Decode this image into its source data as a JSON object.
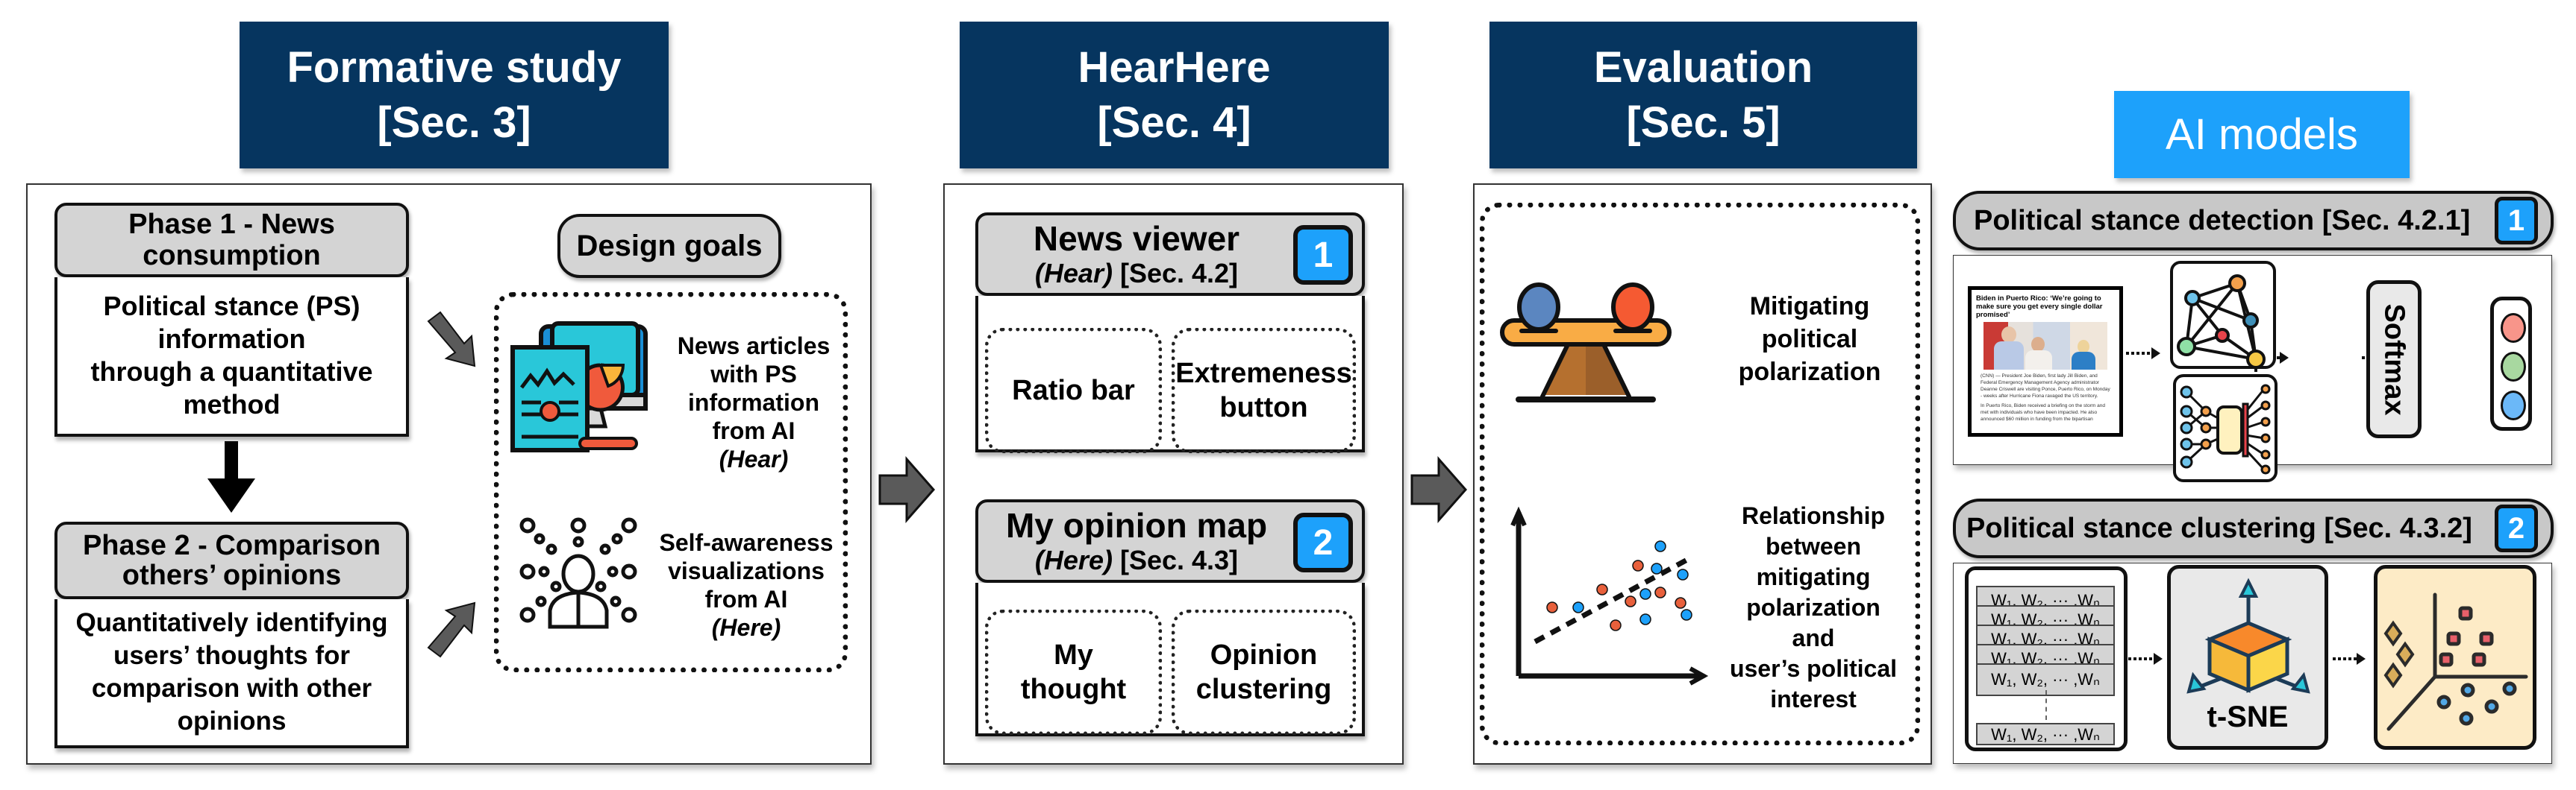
{
  "headers": {
    "formative": {
      "line1": "Formative study",
      "line2": "[Sec. 3]"
    },
    "hearhere": {
      "line1": "HearHere",
      "line2": "[Sec. 4]"
    },
    "evaluation": {
      "line1": "Evaluation",
      "line2": "[Sec. 5]"
    },
    "ai_models": "AI models"
  },
  "formative_study": {
    "phase1": {
      "title_line1": "Phase 1 - News",
      "title_line2": "consumption",
      "body": [
        "Political stance (PS)",
        "information",
        "through a quantitative",
        "method"
      ]
    },
    "phase2": {
      "title_line1": "Phase 2 - Comparison",
      "title_line2": "others’ opinions",
      "body": [
        "Quantitatively identifying",
        "users’ thoughts for",
        "comparison with other",
        "opinions"
      ]
    },
    "design_goals": {
      "label": "Design goals",
      "goals": [
        {
          "icon": "news-report-icon",
          "lines": [
            "News articles",
            "with PS",
            "information",
            "from AI"
          ],
          "tag": "(Hear)"
        },
        {
          "icon": "self-awareness-person-icon",
          "lines": [
            "Self-awareness",
            "visualizations",
            "from AI"
          ],
          "tag": "(Here)"
        }
      ]
    }
  },
  "hearhere": {
    "news_viewer": {
      "title": "News viewer",
      "tag": "(Hear)",
      "section": "[Sec. 4.2]",
      "badge": "1",
      "components": [
        [
          "Ratio bar"
        ],
        [
          "Extremeness",
          "button"
        ]
      ]
    },
    "opinion_map": {
      "title": "My opinion map",
      "tag": "(Here)",
      "section": "[Sec. 4.3]",
      "badge": "2",
      "components": [
        [
          "My",
          "thought"
        ],
        [
          "Opinion",
          "clustering"
        ]
      ]
    }
  },
  "evaluation": {
    "items": [
      {
        "icon": "balance-scale-icon",
        "lines": [
          "Mitigating",
          "political",
          "polarization"
        ]
      },
      {
        "icon": "scatter-plot-icon",
        "lines": [
          "Relationship",
          "between",
          "mitigating",
          "polarization",
          "and",
          "user’s political",
          "interest"
        ]
      }
    ]
  },
  "ai_models": {
    "detection": {
      "title": "Political stance detection [Sec. 4.2.1]",
      "badge": "1",
      "article": {
        "headline": "Biden in Puerto Rico: ‘We’re going to make sure you get every single dollar promised’",
        "paragraphs": [
          "(CNN) — President Joe Biden, first lady Jill Biden, and Federal Emergency Management Agency administrator Deanne Criswell are visiting Ponce, Puerto Rico, on Monday - weeks after Hurricane Fiona ravaged the US territory.",
          "In Puerto Rico, Biden received a briefing on the storm and met with individuals who have been impacted. He also announced $60 million in funding from the bipartisan"
        ]
      },
      "softmax_label": "Softmax",
      "output_colors": [
        "#f8958a",
        "#a8d8a0",
        "#6bb8f8"
      ]
    },
    "clustering": {
      "title": "Political stance clustering [Sec. 4.3.2]",
      "badge": "2",
      "vector_rows": [
        "W₁, W₂, ··· ,Wₙ",
        "W₁, W₂, ··· ,Wₙ",
        "W₁, W₂, ··· ,Wₙ",
        "W₁, W₂, ··· ,Wₙ",
        "W₁, W₂, ··· ,Wₙ"
      ],
      "vector_last": "W₁, W₂, ··· ,Wₙ",
      "tsne_label": "t-SNE"
    }
  },
  "colors": {
    "header_navy": "#06355f",
    "accent_blue": "#1da1fb",
    "title_grey": "#d4d4d4",
    "arrow_grey": "#5a5a5a",
    "dot_red": "#e8603c",
    "dot_blue": "#1da1fb"
  }
}
